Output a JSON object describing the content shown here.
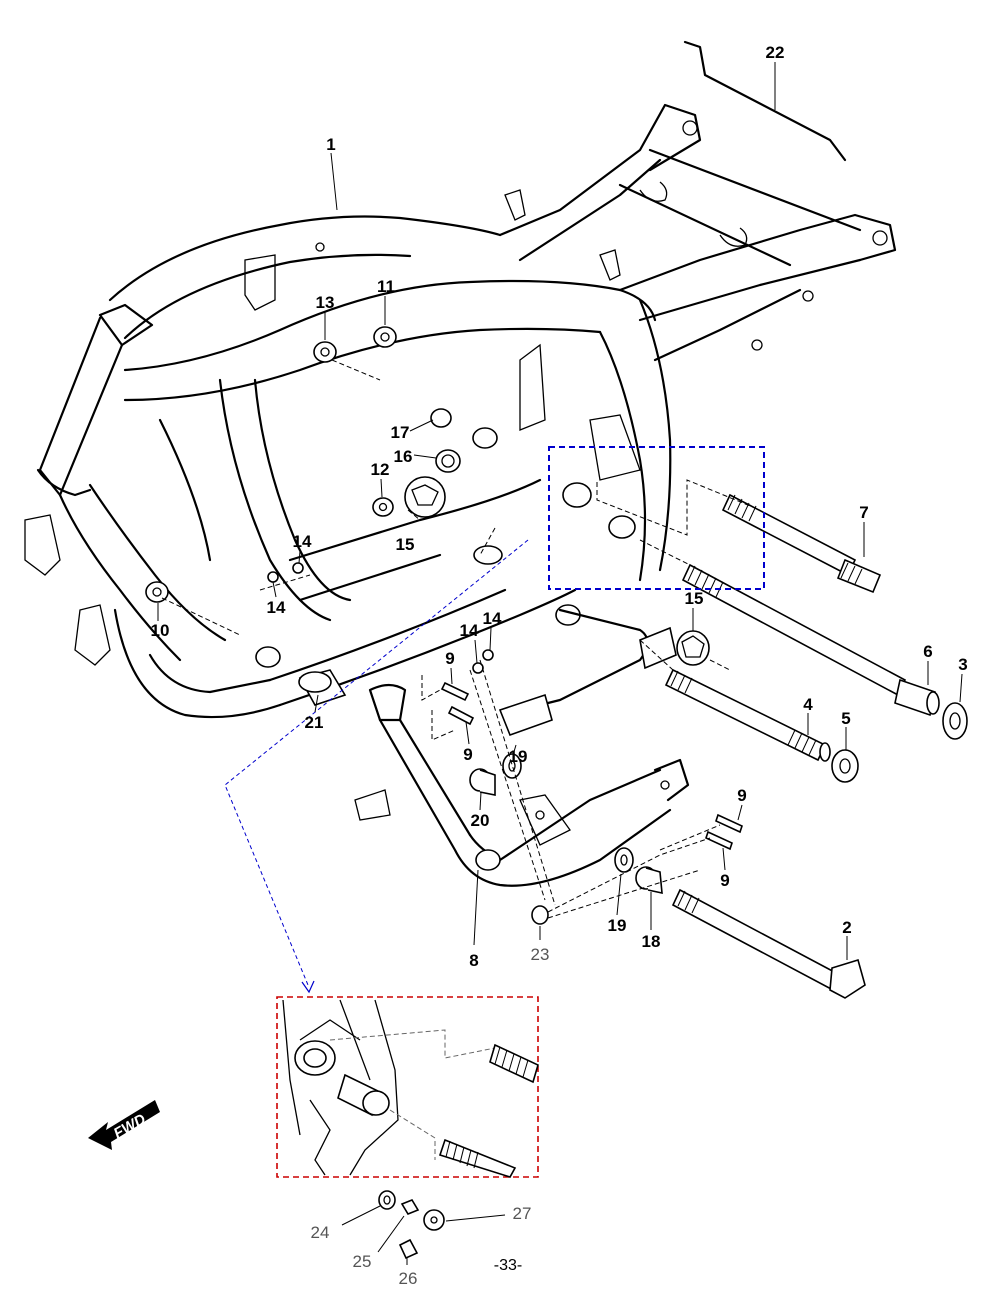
{
  "diagram": {
    "part_labels": [
      {
        "id": "1",
        "text": "1"
      },
      {
        "id": "2",
        "text": "2"
      },
      {
        "id": "3",
        "text": "3"
      },
      {
        "id": "4",
        "text": "4"
      },
      {
        "id": "5",
        "text": "5"
      },
      {
        "id": "6",
        "text": "6"
      },
      {
        "id": "7",
        "text": "7"
      },
      {
        "id": "8",
        "text": "8"
      },
      {
        "id": "9a",
        "text": "9"
      },
      {
        "id": "9b",
        "text": "9"
      },
      {
        "id": "9c",
        "text": "9"
      },
      {
        "id": "9d",
        "text": "9"
      },
      {
        "id": "10",
        "text": "10"
      },
      {
        "id": "11",
        "text": "11"
      },
      {
        "id": "12",
        "text": "12"
      },
      {
        "id": "13",
        "text": "13"
      },
      {
        "id": "14a",
        "text": "14"
      },
      {
        "id": "14b",
        "text": "14"
      },
      {
        "id": "14c",
        "text": "14"
      },
      {
        "id": "14d",
        "text": "14"
      },
      {
        "id": "15a",
        "text": "15"
      },
      {
        "id": "15b",
        "text": "15"
      },
      {
        "id": "16",
        "text": "16"
      },
      {
        "id": "17",
        "text": "17"
      },
      {
        "id": "18",
        "text": "18"
      },
      {
        "id": "19a",
        "text": "19"
      },
      {
        "id": "19b",
        "text": "19"
      },
      {
        "id": "20",
        "text": "20"
      },
      {
        "id": "21",
        "text": "21"
      },
      {
        "id": "22",
        "text": "22"
      },
      {
        "id": "23",
        "text": "23"
      },
      {
        "id": "24",
        "text": "24"
      },
      {
        "id": "25",
        "text": "25"
      },
      {
        "id": "26",
        "text": "26"
      },
      {
        "id": "27",
        "text": "27"
      }
    ],
    "fwd_arrow_text": "FWD",
    "page_number": "-33-",
    "colors": {
      "line": "#000000",
      "detail_box_blue": "#0000cc",
      "detail_box_red": "#cc0000",
      "callout_leader_blue": "#0000cc",
      "secondary_label": "#555555"
    }
  }
}
